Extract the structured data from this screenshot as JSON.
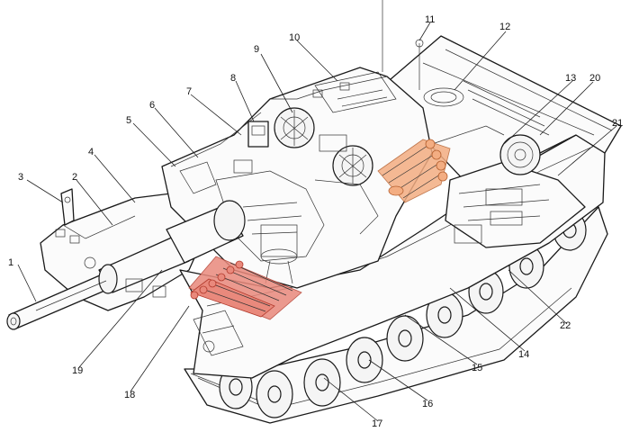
{
  "diagram": {
    "labels": [
      "1",
      "2",
      "3",
      "4",
      "5",
      "6",
      "7",
      "8",
      "9",
      "10",
      "11",
      "12",
      "13",
      "14",
      "15",
      "16",
      "17",
      "18",
      "19",
      "20",
      "21",
      "22"
    ]
  },
  "colors": {
    "front_ammo": "#e9897c",
    "rear_ammo": "#f3ad82",
    "line": "#1a1a1a"
  }
}
